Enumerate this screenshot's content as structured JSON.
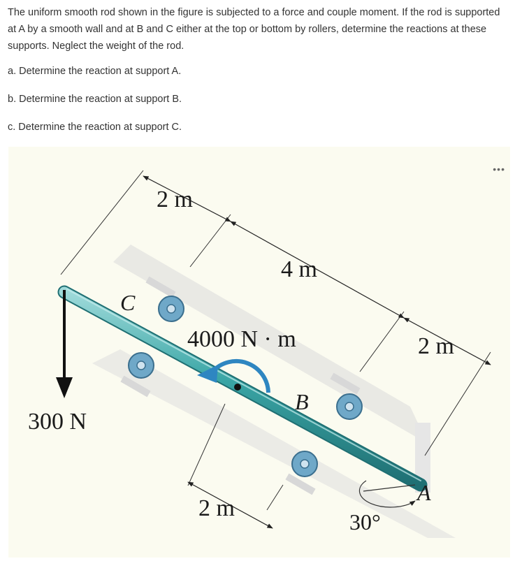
{
  "question": {
    "text": "The uniform smooth rod shown in the figure is subjected to a force and couple moment. If the rod is supported at A by a smooth wall and at B and C either at the top or bottom by rollers, determine the reactions at these supports. Neglect the weight of the rod."
  },
  "parts": [
    {
      "label": "a. Determine the reaction at support A."
    },
    {
      "label": "b. Determine the reaction at support B."
    },
    {
      "label": "c. Determine the reaction at support C."
    }
  ],
  "more_menu": {
    "label": "•••"
  },
  "figure": {
    "labels": {
      "dim_top_left": "2 m",
      "dim_top_middle": "4 m",
      "dim_right": "2 m",
      "dim_bottom": "2 m",
      "couple": "4000 N · m",
      "force": "300 N",
      "point_a": "A",
      "point_b": "B",
      "point_c": "C",
      "angle": "30°"
    },
    "colors": {
      "rod": "#3aa6a6",
      "roller": "#6fa8c8",
      "couple_arrow": "#2e86c1"
    }
  }
}
